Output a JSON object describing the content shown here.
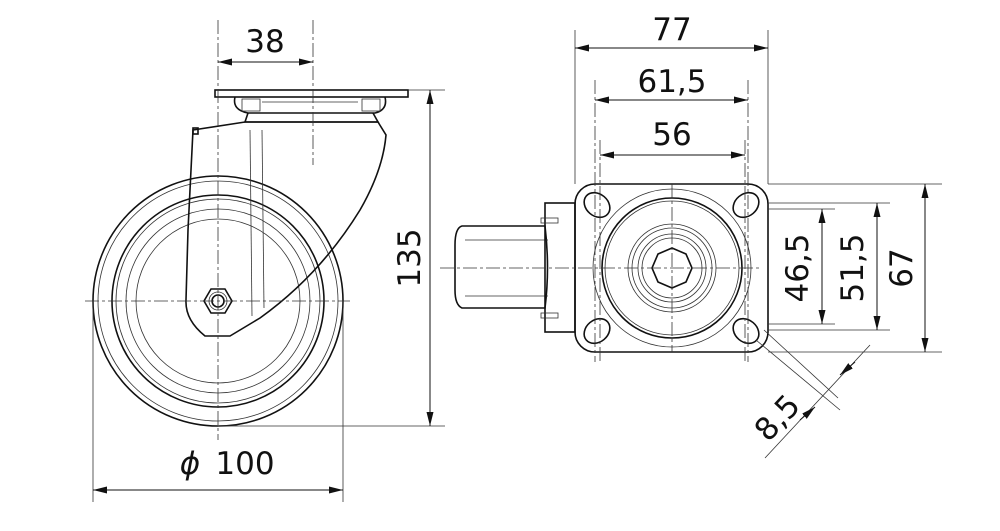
{
  "title": "Swivel castor technical drawing",
  "side_view": {
    "dim_top_plate_offset": "38",
    "dim_height": "135",
    "dim_wheel_diameter_symbol": "ϕ",
    "dim_wheel_diameter": "100"
  },
  "top_view": {
    "dim_plate_width": "77",
    "dim_hole_span_outer": "61,5",
    "dim_hole_span_inner": "56",
    "dim_hole_vert_inner": "46,5",
    "dim_hole_vert_outer": "51,5",
    "dim_plate_depth": "67",
    "dim_hole_diameter": "8,5"
  }
}
